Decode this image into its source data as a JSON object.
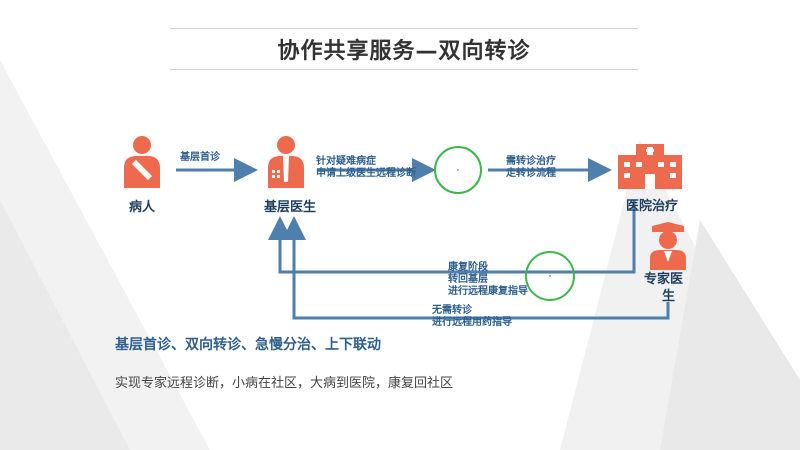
{
  "title": "协作共享服务—双向转诊",
  "nodes": {
    "patient": "病人",
    "grassroots_doctor": "基层医生",
    "hospital": "医院治疗",
    "expert_line1": "专家医",
    "expert_line2": "生"
  },
  "edges": {
    "first_visit": "基层首诊",
    "doubt_line1": "针对疑难病症",
    "doubt_line2": "申请上级医生远程诊断",
    "transfer_line1": "需转诊治疗",
    "transfer_line2": "走转诊流程",
    "recovery_line1": "康复阶段",
    "recovery_line2": "转回基层",
    "recovery_line3": "进行远程康复指导",
    "noneed_line1": "无需转诊",
    "noneed_line2": "进行远程用药指导"
  },
  "summary": {
    "headline": "基层首诊、双向转诊、急慢分治、上下联动",
    "detail": "实现专家远程诊断，小病在社区，大病到医院，康复回社区"
  },
  "colors": {
    "accent": "#ee6a4f",
    "arrow": "#4f7fad",
    "circle": "#3cb84a"
  }
}
